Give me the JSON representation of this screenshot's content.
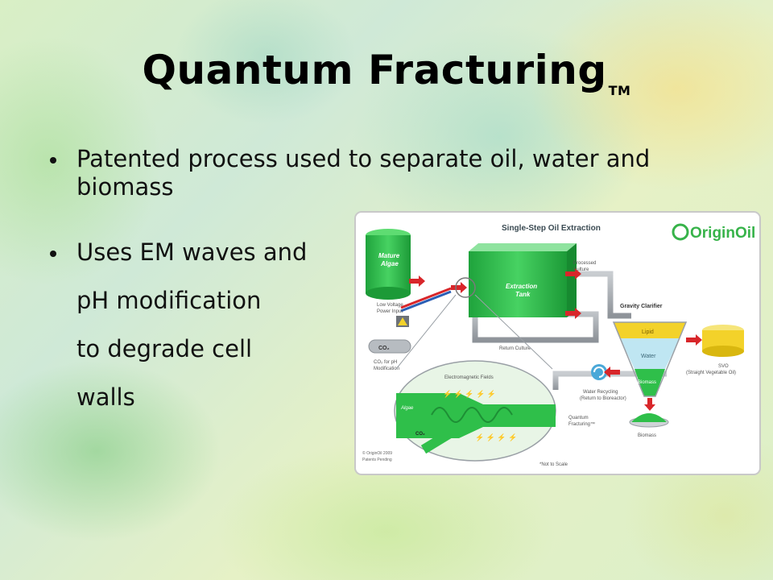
{
  "slide": {
    "title": "Quantum Fracturing",
    "title_mark": "TM",
    "bullets": [
      "Patented process used to separate oil, water and biomass",
      "Uses EM waves and"
    ],
    "continuation_lines": [
      "pH modification",
      "to degrade cell",
      "walls"
    ]
  },
  "diagram": {
    "heading": "Single-Step Oil Extraction",
    "logo_text": "OriginOil",
    "labels": {
      "mature_algae_1": "Mature",
      "mature_algae_2": "Algae",
      "low_voltage_1": "Low Voltage",
      "low_voltage_2": "Power Input",
      "co2": "CO₂",
      "co2_ph_1": "CO₂ for pH",
      "co2_ph_2": "Modification",
      "extraction_tank_1": "Extraction",
      "extraction_tank_2": "Tank",
      "processed_culture_1": "Processed",
      "processed_culture_2": "Culture",
      "return_culture": "Return Culture",
      "gravity_clarifier": "Gravity Clarifier",
      "lipid": "Lipid",
      "water": "Water",
      "biomass_in_cone": "Biomass",
      "svo_1": "SVO",
      "svo_2": "(Straight Vegetable Oil)",
      "electromagnetic_fields": "Electromagnetic Fields",
      "algae": "Algae",
      "co2_pipe": "CO₂",
      "water_recycling_1": "Water Recycling",
      "water_recycling_2": "(Return to Bioreactor)",
      "quantum_fracturing_1": "Quantum",
      "quantum_fracturing_2": "Fracturing™",
      "biomass": "Biomass",
      "copyright_1": "© OriginOil 2009",
      "copyright_2": "Patents Pending",
      "not_to_scale": "*Not to Scale"
    },
    "colors": {
      "green": "#2fbf4a",
      "dark_green": "#1e8f35",
      "lipid_yellow": "#f3d22a",
      "water_blue": "#bfe6f2",
      "arrow_red": "#d8262a",
      "pipe_gray": "#a9aeb3"
    }
  }
}
